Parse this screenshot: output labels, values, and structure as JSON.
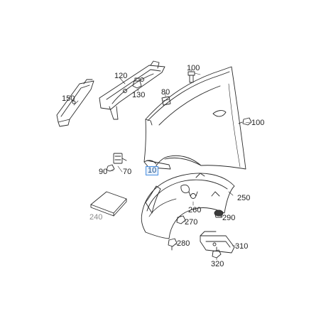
{
  "diagram": {
    "labels": {
      "l10": "10",
      "l70": "70",
      "l80": "80",
      "l90": "90",
      "l100a": "100",
      "l100b": "100",
      "l120": "120",
      "l130": "130",
      "l150": "150",
      "l240": "240",
      "l250": "250",
      "l260": "260",
      "l270": "270",
      "l280": "280",
      "l290": "290",
      "l310": "310",
      "l320": "320"
    },
    "colors": {
      "line": "#2a2a2a",
      "highlight": "#4a90e2",
      "highlight_fill": "#e7f0fb",
      "muted_label": "#8a8a8a"
    }
  }
}
